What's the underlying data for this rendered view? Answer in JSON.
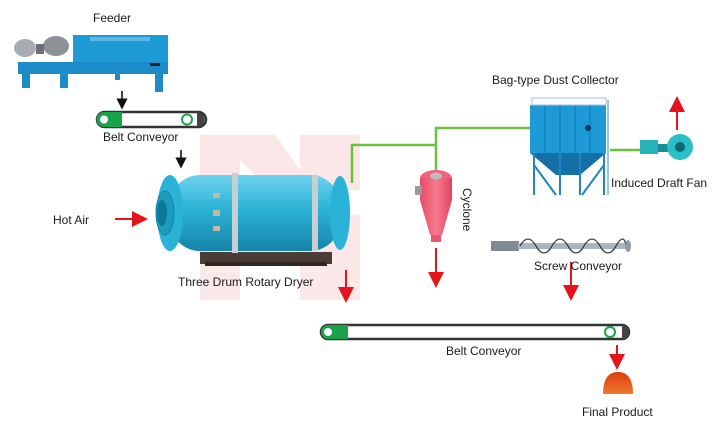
{
  "diagram": {
    "type": "process-flow",
    "colors": {
      "equipment_blue": "#1e9ad6",
      "dryer_cyan": "#2ab3d6",
      "pipe_green": "#6cc13a",
      "arrow_red": "#e3141b",
      "arrow_black": "#111111",
      "cyclone_pink": "#f2627a",
      "belt_green": "#1aa34a",
      "product_orange": "#e8501a",
      "watermark": "#fbe3e3"
    },
    "labels": {
      "feeder": "Feeder",
      "belt_conveyor_top": "Belt Conveyor",
      "hot_air": "Hot Air",
      "dryer": "Three Drum Rotary Dryer",
      "bag_collector": "Bag-type Dust Collector",
      "fan": "Induced Draft Fan",
      "cyclone": "Cyclone",
      "screw_conveyor": "Screw Conveyor",
      "belt_conveyor_bottom": "Belt Conveyor",
      "final_product": "Final Product"
    },
    "nodes": [
      {
        "id": "feeder",
        "label": "Feeder"
      },
      {
        "id": "belt-conveyor-1",
        "label": "Belt Conveyor"
      },
      {
        "id": "hot-air",
        "label": "Hot Air"
      },
      {
        "id": "rotary-dryer",
        "label": "Three Drum Rotary Dryer"
      },
      {
        "id": "cyclone",
        "label": "Cyclone"
      },
      {
        "id": "bag-dust-collector",
        "label": "Bag-type Dust Collector"
      },
      {
        "id": "induced-draft-fan",
        "label": "Induced Draft Fan"
      },
      {
        "id": "screw-conveyor",
        "label": "Screw Conveyor"
      },
      {
        "id": "belt-conveyor-2",
        "label": "Belt Conveyor"
      },
      {
        "id": "final-product",
        "label": "Final Product"
      }
    ],
    "edges": [
      {
        "from": "feeder",
        "to": "belt-conveyor-1",
        "kind": "material"
      },
      {
        "from": "belt-conveyor-1",
        "to": "rotary-dryer",
        "kind": "material"
      },
      {
        "from": "hot-air",
        "to": "rotary-dryer",
        "kind": "air"
      },
      {
        "from": "rotary-dryer",
        "to": "cyclone",
        "kind": "pipe"
      },
      {
        "from": "rotary-dryer",
        "to": "bag-dust-collector",
        "kind": "pipe"
      },
      {
        "from": "bag-dust-collector",
        "to": "induced-draft-fan",
        "kind": "pipe"
      },
      {
        "from": "induced-draft-fan",
        "to": "exhaust",
        "kind": "air"
      },
      {
        "from": "rotary-dryer",
        "to": "belt-conveyor-2",
        "kind": "material"
      },
      {
        "from": "cyclone",
        "to": "belt-conveyor-2",
        "kind": "material"
      },
      {
        "from": "screw-conveyor",
        "to": "belt-conveyor-2",
        "kind": "material"
      },
      {
        "from": "belt-conveyor-2",
        "to": "final-product",
        "kind": "material"
      }
    ]
  }
}
